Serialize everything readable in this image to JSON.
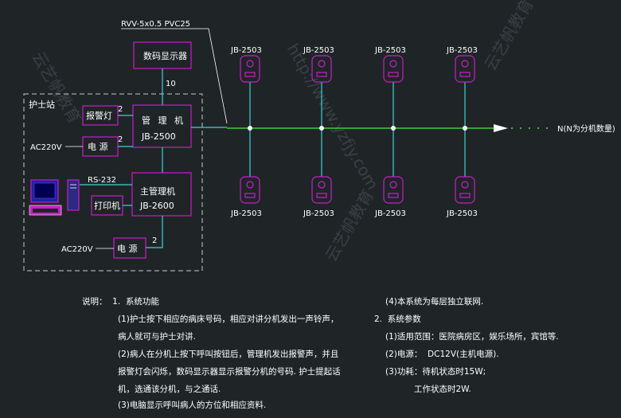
{
  "diagram": {
    "cable_label": "RVV-5x0.5 PVC25",
    "digital_display": "数码显示器",
    "display_wire_count": "10",
    "nurse_station": "护士站",
    "alarm_lamp": "报警灯",
    "power": "电  源",
    "ac_input": "AC220V",
    "manager_title": "管 理 机",
    "manager_model": "JB-2500",
    "main_manager_title": "主管理机",
    "main_manager_model": "JB-2600",
    "rs232": "RS-232",
    "printer": "打印机",
    "wire_count_2": "2",
    "extension_model": "JB-2503",
    "bus_end_label": "N(N为分机数量)"
  },
  "notes": {
    "title": "说明：  1.  系统功能",
    "f1a": "(1)护士按下相应的病床号码，相应对讲分机发出一声铃声，",
    "f1b": "病人就可与护士对讲.",
    "f2a": "(2)病人在分机上按下呼叫按钮后，管理机发出报警声，并且",
    "f2b": "报警灯会闪烁，数码显示器显示报警分机的号码. 护士提起话",
    "f2c": "机，选通该分机，与之通话.",
    "f3": "(3)电脑显示呼叫病人的方位和相应资料.",
    "f4": "(4)本系统为每层独立联网.",
    "s2": "2.  系统参数",
    "p1": "(1)适用范围：医院病房区，娱乐场所，宾馆等.",
    "p2": "(2)电源：  DC12V(主机电源).",
    "p3": "(3)功耗：待机状态时15W;",
    "p4": "工作状态时2W."
  },
  "watermark": {
    "brand": "云艺帆教育",
    "url": "http://www.yzfjy.com"
  }
}
